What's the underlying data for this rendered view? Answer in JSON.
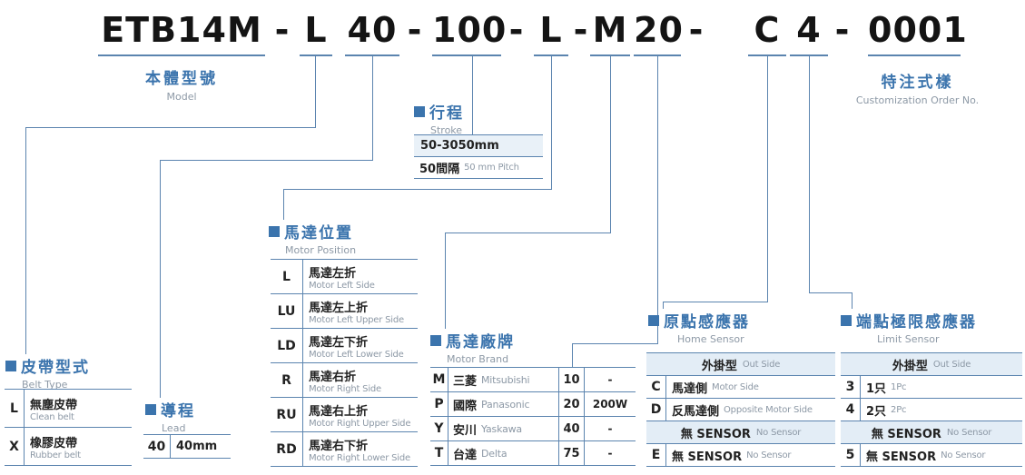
{
  "colors": {
    "accent": "#3b74ad",
    "line": "#5b84af",
    "muted": "#8d99a6",
    "header_bg": "#e3edf6"
  },
  "model_code": {
    "full": "ETB14M - L 40 - 100 - L - M 20 - C 4 - 0001",
    "dash": "-",
    "segments": {
      "body": "ETB14M",
      "belt": "L",
      "lead": "40",
      "stroke": "100",
      "motor_position": "L",
      "motor_brand": "M",
      "motor_power": "20",
      "home_sensor": "C",
      "limit_sensor": "4",
      "custom": "0001"
    }
  },
  "labels": {
    "model": {
      "zh": "本體型號",
      "en": "Model"
    },
    "customization": {
      "zh": "特注式樣",
      "en": "Customization Order No."
    }
  },
  "stroke": {
    "zh": "行程",
    "en": "Stroke",
    "range": "50-3050mm",
    "pitch_zh": "50間隔",
    "pitch_en": "50 mm Pitch"
  },
  "motor_position": {
    "zh": "馬達位置",
    "en": "Motor Position",
    "rows": [
      {
        "code": "L",
        "zh": "馬達左折",
        "en": "Motor Left Side"
      },
      {
        "code": "LU",
        "zh": "馬達左上折",
        "en": "Motor Left Upper Side"
      },
      {
        "code": "LD",
        "zh": "馬達左下折",
        "en": "Motor Left Lower Side"
      },
      {
        "code": "R",
        "zh": "馬達右折",
        "en": "Motor Right Side"
      },
      {
        "code": "RU",
        "zh": "馬達右上折",
        "en": "Motor Right Upper Side"
      },
      {
        "code": "RD",
        "zh": "馬達右下折",
        "en": "Motor Right Lower Side"
      }
    ]
  },
  "belt_type": {
    "zh": "皮帶型式",
    "en": "Belt Type",
    "rows": [
      {
        "code": "L",
        "zh": "無塵皮帶",
        "en": "Clean belt"
      },
      {
        "code": "X",
        "zh": "橡膠皮帶",
        "en": "Rubber belt"
      }
    ]
  },
  "lead": {
    "zh": "導程",
    "en": "Lead",
    "rows": [
      {
        "code": "40",
        "value": "40mm"
      }
    ]
  },
  "motor_brand": {
    "zh": "馬達廠牌",
    "en": "Motor Brand",
    "rows": [
      {
        "code": "M",
        "zh": "三菱",
        "en": "Mitsubishi",
        "power_code": "10",
        "power": "-"
      },
      {
        "code": "P",
        "zh": "國際",
        "en": "Panasonic",
        "power_code": "20",
        "power": "200W"
      },
      {
        "code": "Y",
        "zh": "安川",
        "en": "Yaskawa",
        "power_code": "40",
        "power": "-"
      },
      {
        "code": "T",
        "zh": "台達",
        "en": "Delta",
        "power_code": "75",
        "power": "-"
      }
    ]
  },
  "home_sensor": {
    "zh": "原點感應器",
    "en": "Home Sensor",
    "header1_zh": "外掛型",
    "header1_en": "Out Side",
    "rows1": [
      {
        "code": "C",
        "zh": "馬達側",
        "en": "Motor Side"
      },
      {
        "code": "D",
        "zh": "反馬達側",
        "en": "Opposite Motor Side"
      }
    ],
    "header2_zh": "無 SENSOR",
    "header2_en": "No Sensor",
    "rows2": [
      {
        "code": "E",
        "zh": "無 SENSOR",
        "en": "No Sensor"
      }
    ]
  },
  "limit_sensor": {
    "zh": "端點極限感應器",
    "en": "Limit Sensor",
    "header1_zh": "外掛型",
    "header1_en": "Out Side",
    "rows1": [
      {
        "code": "3",
        "zh": "1只",
        "en": "1Pc"
      },
      {
        "code": "4",
        "zh": "2只",
        "en": "2Pc"
      }
    ],
    "header2_zh": "無 SENSOR",
    "header2_en": "No Sensor",
    "rows2": [
      {
        "code": "5",
        "zh": "無 SENSOR",
        "en": "No Sensor"
      }
    ]
  }
}
